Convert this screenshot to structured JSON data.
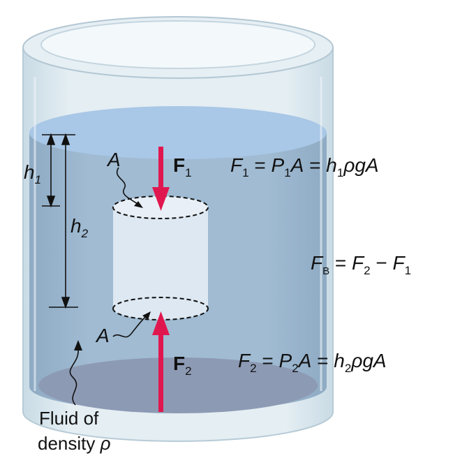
{
  "labels": {
    "h1": "h",
    "h1_sub": "1",
    "h2": "h",
    "h2_sub": "2",
    "area_top": "A",
    "area_bottom": "A",
    "force_top": "F",
    "force_top_sub": "1",
    "force_bottom": "F",
    "force_bottom_sub": "2",
    "fluid_line1": "Fluid of",
    "fluid_line2_prefix": "density ",
    "fluid_rho": "ρ"
  },
  "equations": {
    "f1": {
      "lhs": "F",
      "lhs_sub": "1",
      "eq1": " = ",
      "p": "P",
      "p_sub": "1",
      "a": "A",
      "eq2": " = ",
      "h": "h",
      "h_sub": "1",
      "rest": "ρgA"
    },
    "fb": {
      "lhs": "F",
      "lhs_sub": "B",
      "eq": " = ",
      "t1": "F",
      "t1_sub": "2",
      "minus": " − ",
      "t2": "F",
      "t2_sub": "1"
    },
    "f2": {
      "lhs": "F",
      "lhs_sub": "2",
      "eq1": " = ",
      "p": "P",
      "p_sub": "2",
      "a": "A",
      "eq2": " = ",
      "h": "h",
      "h_sub": "2",
      "rest": "ρgA"
    }
  },
  "colors": {
    "fluid": "#9ab6d0",
    "fluid_surface": "#a9c7e6",
    "glass": "#d8e6ee",
    "glass_edge": "#b7cbd6",
    "cylinder": "#dde8f2",
    "floor": "#8d9ab4",
    "arrow": "#e0174f"
  }
}
